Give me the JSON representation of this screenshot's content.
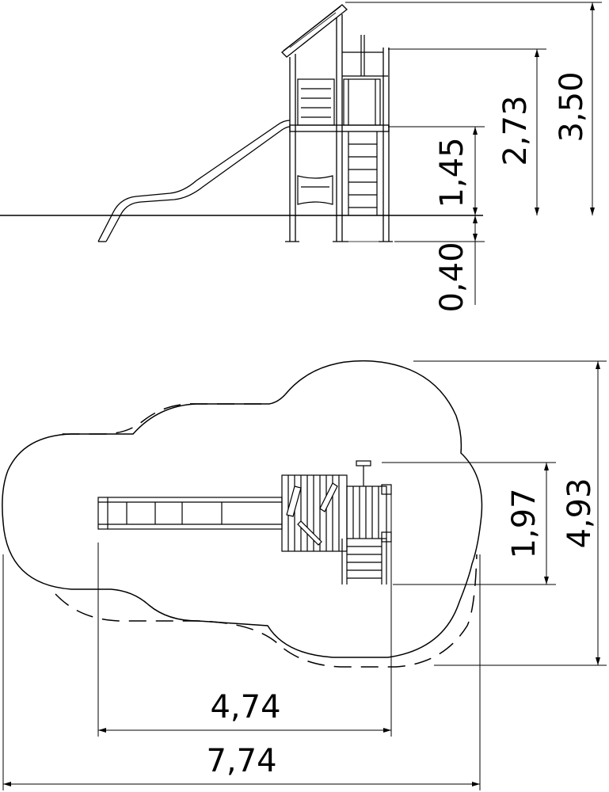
{
  "elevation": {
    "dimensions": {
      "total_height": "3,50",
      "roof_height": "2,73",
      "platform_height": "1,45",
      "foundation_depth": "0,40"
    }
  },
  "plan": {
    "dimensions": {
      "safety_zone_depth": "4,93",
      "equipment_depth": "1,97",
      "equipment_length": "4,74",
      "safety_zone_length": "7,74"
    }
  }
}
